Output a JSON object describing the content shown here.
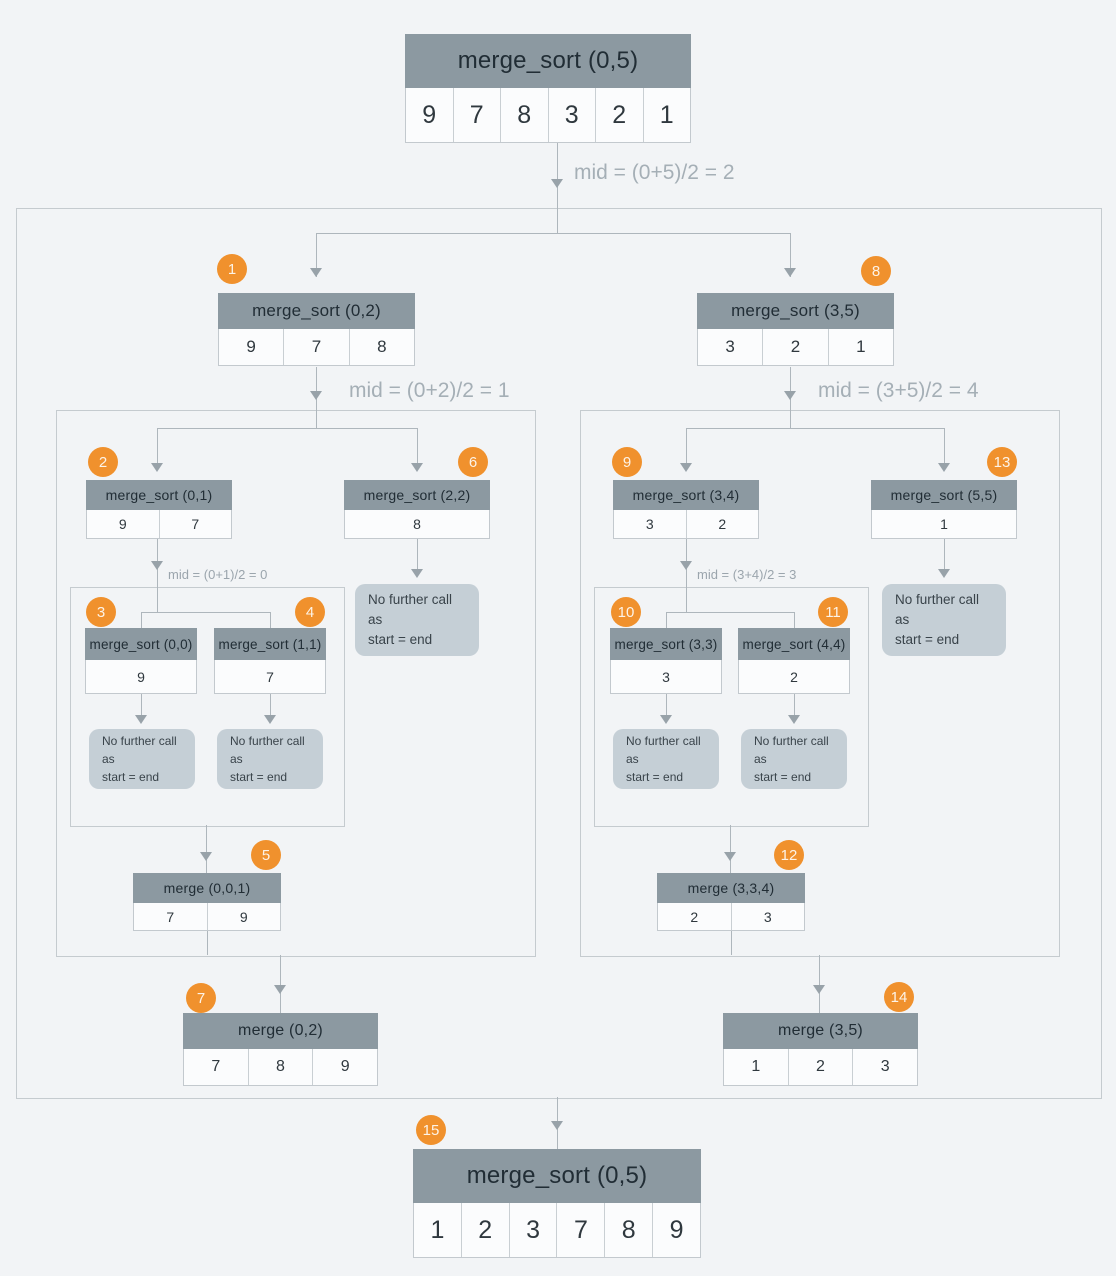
{
  "colors": {
    "background": "#f2f4f6",
    "header_bg": "#8c99a1",
    "cell_bg": "#fbfcfd",
    "badge_bg": "#f0912d",
    "note_bg": "#c5cfd6",
    "connector": "#aeb6bc",
    "frame_border": "#c5cbcf"
  },
  "root": {
    "title": "merge_sort (0,5)",
    "cells": [
      "9",
      "7",
      "8",
      "3",
      "2",
      "1"
    ],
    "mid_label": "mid = (0+5)/2 = 2"
  },
  "level1": {
    "left": {
      "badge": "1",
      "title": "merge_sort (0,2)",
      "cells": [
        "9",
        "7",
        "8"
      ],
      "mid_label": "mid = (0+2)/2 = 1"
    },
    "right": {
      "badge": "8",
      "title": "merge_sort (3,5)",
      "cells": [
        "3",
        "2",
        "1"
      ],
      "mid_label": "mid = (3+5)/2 = 4"
    }
  },
  "level2": {
    "left_pair": {
      "badge": "2",
      "title": "merge_sort (0,1)",
      "cells": [
        "9",
        "7"
      ],
      "mid_label": "mid = (0+1)/2 = 0"
    },
    "left_single": {
      "badge": "6",
      "title": "merge_sort (2,2)",
      "cells": [
        "8"
      ]
    },
    "right_pair": {
      "badge": "9",
      "title": "merge_sort (3,4)",
      "cells": [
        "3",
        "2"
      ],
      "mid_label": "mid = (3+4)/2 = 3"
    },
    "right_single": {
      "badge": "13",
      "title": "merge_sort (5,5)",
      "cells": [
        "1"
      ]
    }
  },
  "level3": {
    "ll": {
      "badge": "3",
      "title": "merge_sort (0,0)",
      "cells": [
        "9"
      ]
    },
    "lr": {
      "badge": "4",
      "title": "merge_sort (1,1)",
      "cells": [
        "7"
      ]
    },
    "rl": {
      "badge": "10",
      "title": "merge_sort (3,3)",
      "cells": [
        "3"
      ]
    },
    "rr": {
      "badge": "11",
      "title": "merge_sort (4,4)",
      "cells": [
        "2"
      ]
    }
  },
  "merges": {
    "inner_left": {
      "badge": "5",
      "title": "merge (0,0,1)",
      "cells": [
        "7",
        "9"
      ]
    },
    "inner_right": {
      "badge": "12",
      "title": "merge (3,3,4)",
      "cells": [
        "2",
        "3"
      ]
    },
    "outer_left": {
      "badge": "7",
      "title": "merge (0,2)",
      "cells": [
        "7",
        "8",
        "9"
      ]
    },
    "outer_right": {
      "badge": "14",
      "title": "merge (3,5)",
      "cells": [
        "1",
        "2",
        "3"
      ]
    }
  },
  "final": {
    "badge": "15",
    "title": "merge_sort (0,5)",
    "cells": [
      "1",
      "2",
      "3",
      "7",
      "8",
      "9"
    ]
  },
  "note_text": "No further call\nas\nstart = end"
}
